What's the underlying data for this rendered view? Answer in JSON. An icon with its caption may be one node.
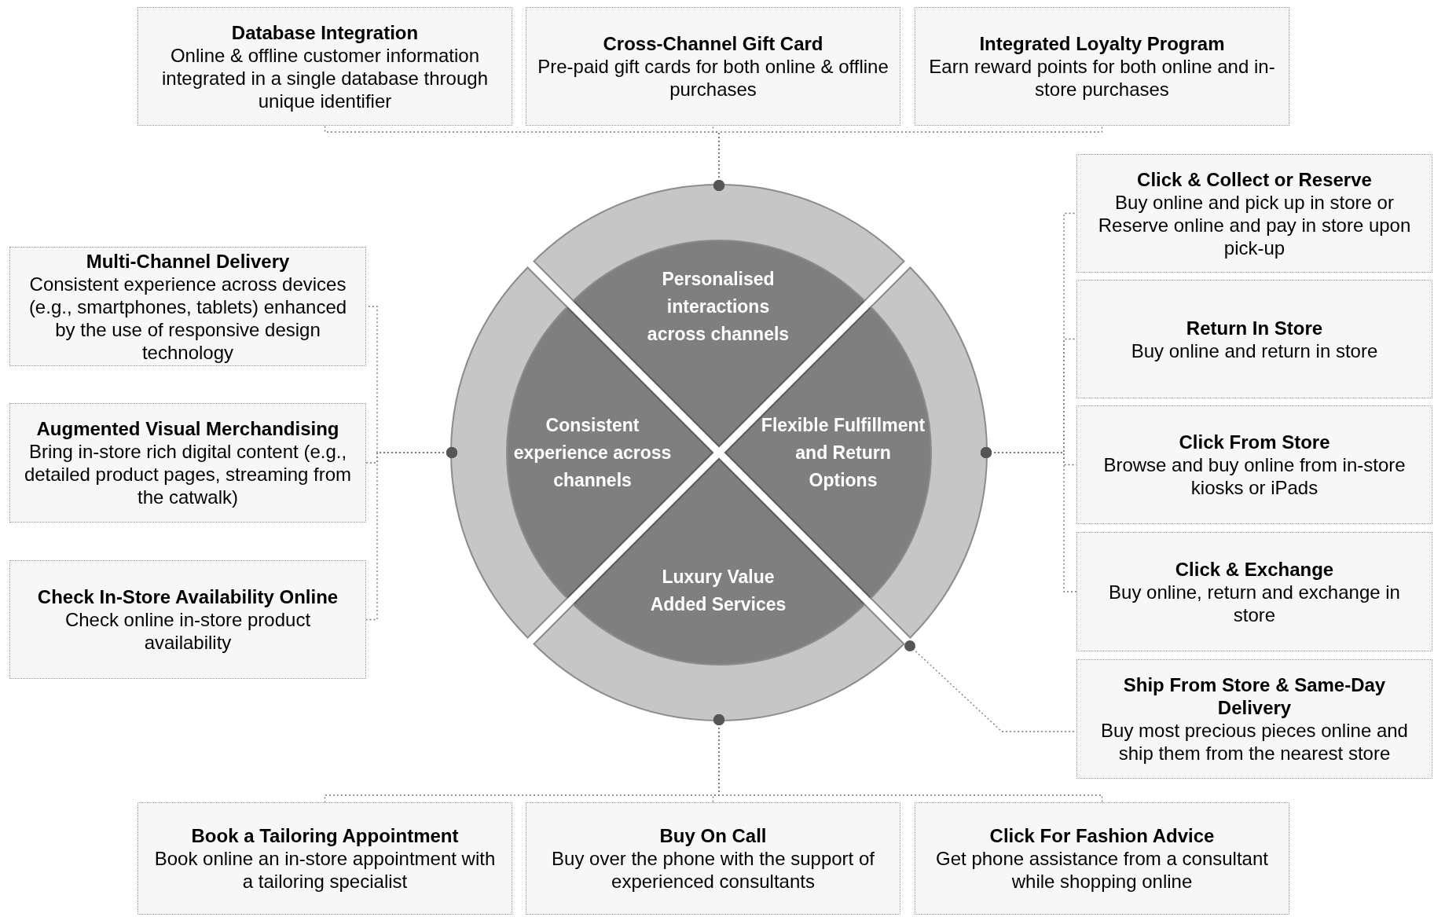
{
  "diagram": {
    "nodes": [
      {
        "text": [
          "Database Integration",
          "Online & offline customer information integrated in a single database through unique identifier"
        ]
      },
      {
        "text": [
          "Cross-Channel Gift Card",
          "Pre-paid gift cards for both online & offline purchases"
        ]
      },
      {
        "text": [
          "Integrated Loyalty Program",
          "Earn reward points for both online and in-store purchases"
        ]
      },
      {
        "text": [
          "Multi-Channel Delivery",
          "Consistent experience across devices (e.g., smartphones, tablets) enhanced by the use of responsive design technology"
        ]
      },
      {
        "text": [
          "Augmented Visual Merchandising",
          "Bring in-store rich digital content (e.g., detailed product pages, streaming from the catwalk)"
        ]
      },
      {
        "text": [
          "Check In-Store Availability Online",
          "Check online in-store product availability"
        ]
      },
      {
        "text": [],
        "shape": "arc"
      },
      {
        "text": [],
        "shape": "arc"
      },
      {
        "text": [],
        "shape": "arc"
      },
      {
        "text": [],
        "shape": "arc"
      },
      {
        "text": [
          "Personalised interactions across channels"
        ]
      },
      {
        "text": [
          "Consistent experience across channels"
        ]
      },
      {
        "text": [
          "Flexible Fulfillment and Return Options"
        ]
      },
      {
        "text": [
          "Luxury Value Added Services"
        ]
      },
      {
        "text": [
          "Click & Collect or Reserve",
          "Buy online and pick up in store or Reserve online and pay in store upon pick-up"
        ]
      },
      {
        "text": [
          "Return In Store",
          "Buy online and return in store"
        ]
      },
      {
        "text": [
          "Click From Store",
          "Browse and buy online from in-store kiosks or iPads"
        ]
      },
      {
        "text": [
          "Click & Exchange",
          "Buy online, return and exchange in store"
        ]
      },
      {
        "text": [
          "Ship From Store & Same-Day Delivery",
          "Buy most precious pieces online and ship them from the nearest store"
        ]
      },
      {
        "text": [
          "Book a Tailoring Appointment",
          "Book online an in-store appointment with a tailoring specialist"
        ]
      },
      {
        "text": [
          "Buy On Call",
          "Buy over the phone with the support of experienced consultants"
        ]
      },
      {
        "text": [
          "Click For Fashion Advice",
          "Get phone assistance from a consultant while shopping online"
        ]
      }
    ],
    "edges": [
      {
        "from": 6,
        "to": 0,
        "arrow": "other",
        "style": "dashed"
      },
      {
        "from": 6,
        "to": 1,
        "arrow": "other",
        "style": "dashed"
      },
      {
        "from": 6,
        "to": 2,
        "arrow": "other",
        "style": "dashed"
      },
      {
        "from": 7,
        "to": 3,
        "arrow": "other",
        "style": "dashed"
      },
      {
        "from": 7,
        "to": 4,
        "arrow": "other",
        "style": "dashed"
      },
      {
        "from": 7,
        "to": 5,
        "arrow": "other",
        "style": "dashed"
      },
      {
        "from": 8,
        "to": 14,
        "arrow": "other",
        "style": "dashed"
      },
      {
        "from": 8,
        "to": 15,
        "arrow": "other",
        "style": "dashed"
      },
      {
        "from": 8,
        "to": 16,
        "arrow": "other",
        "style": "dashed"
      },
      {
        "from": 8,
        "to": 17,
        "arrow": "other",
        "style": "dashed"
      },
      {
        "from": 8,
        "to": 18,
        "arrow": "other",
        "style": "dashed"
      },
      {
        "from": 9,
        "to": 19,
        "arrow": "other",
        "style": "dashed"
      },
      {
        "from": 9,
        "to": 20,
        "arrow": "other",
        "style": "dashed"
      },
      {
        "from": 9,
        "to": 21,
        "arrow": "other",
        "style": "dashed"
      }
    ]
  }
}
